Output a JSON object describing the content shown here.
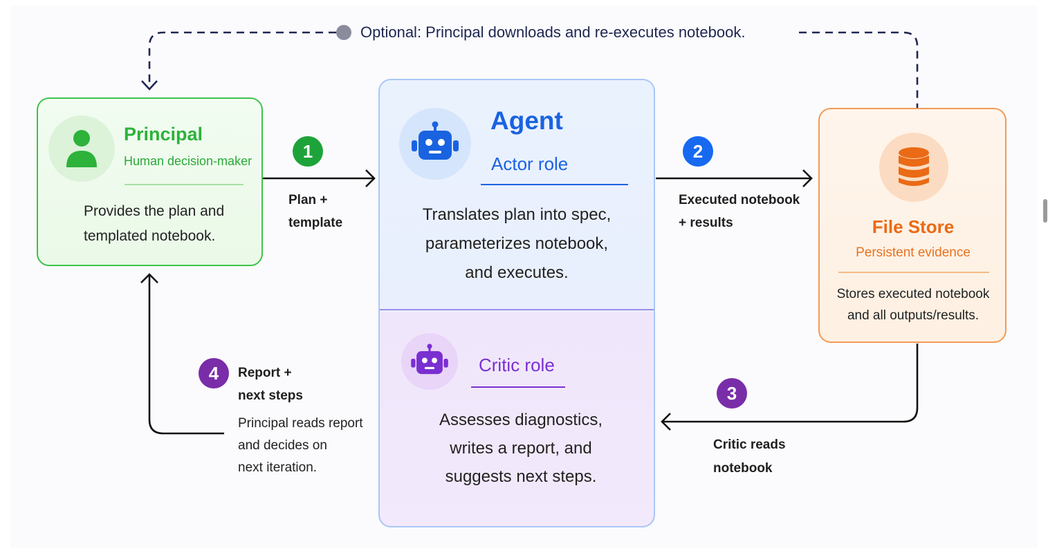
{
  "optional_note": "Optional: Principal downloads and re-executes notebook.",
  "principal": {
    "title": "Principal",
    "subtitle": "Human decision-maker",
    "desc_line1": "Provides the plan and",
    "desc_line2": "templated notebook.",
    "icon": "person-icon",
    "accent": "#2db23a"
  },
  "agent": {
    "title": "Agent",
    "actor_role": "Actor role",
    "actor_desc": [
      "Translates plan into spec,",
      "parameterizes notebook,",
      "and executes."
    ],
    "critic_role": "Critic role",
    "critic_desc": [
      "Assesses diagnostics,",
      "writes a report, and",
      "suggests next steps."
    ],
    "icon": "robot-icon",
    "accent": "#1a63e0",
    "critic_accent": "#7a2fd1"
  },
  "filestore": {
    "title": "File Store",
    "subtitle": "Persistent evidence",
    "desc_line1": "Stores executed notebook",
    "desc_line2": "and all outputs/results.",
    "icon": "database-icon",
    "accent": "#ea6a15"
  },
  "steps": [
    {
      "number": "1",
      "label": [
        "Plan +",
        "template"
      ],
      "color": "#1ea33a"
    },
    {
      "number": "2",
      "label": [
        "Executed notebook",
        "+ results"
      ],
      "color": "#1769f0"
    },
    {
      "number": "3",
      "label": [
        "Critic reads",
        "notebook"
      ],
      "color": "#7a2da8"
    },
    {
      "number": "4",
      "label": [
        "Report +",
        "next steps"
      ],
      "desc": [
        "Principal reads report",
        "and decides on",
        "next iteration."
      ],
      "color": "#7a2da8"
    }
  ]
}
